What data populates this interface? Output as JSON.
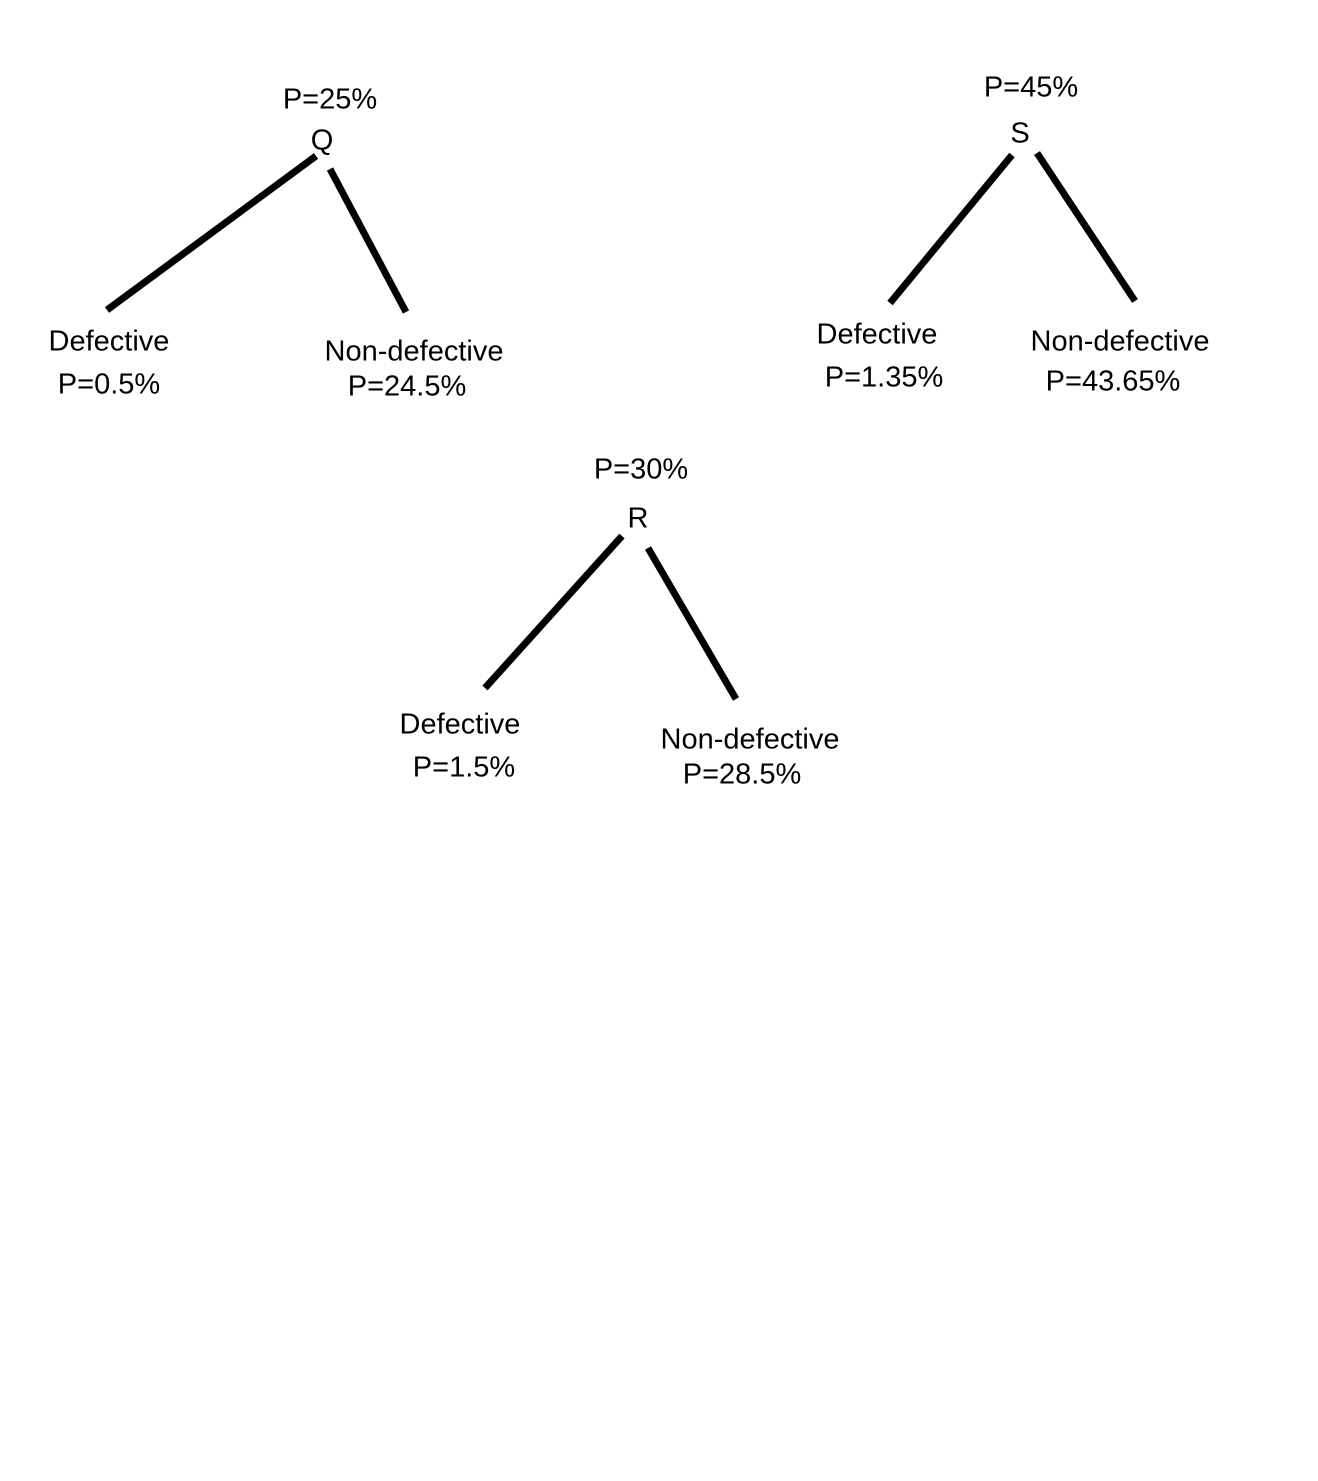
{
  "diagram": {
    "line_color": "#000000",
    "text_color": "#000000",
    "trees": [
      {
        "node": "Q",
        "probability": "P=25%",
        "branches": [
          {
            "label": "Defective",
            "probability": "P=0.5%"
          },
          {
            "label": "Non-defective",
            "probability": "P=24.5%"
          }
        ]
      },
      {
        "node": "S",
        "probability": "P=45%",
        "branches": [
          {
            "label": "Defective",
            "probability": "P=1.35%"
          },
          {
            "label": "Non-defective",
            "probability": "P=43.65%"
          }
        ]
      },
      {
        "node": "R",
        "probability": "P=30%",
        "branches": [
          {
            "label": "Defective",
            "probability": "P=1.5%"
          },
          {
            "label": "Non-defective",
            "probability": "P=28.5%"
          }
        ]
      }
    ]
  }
}
